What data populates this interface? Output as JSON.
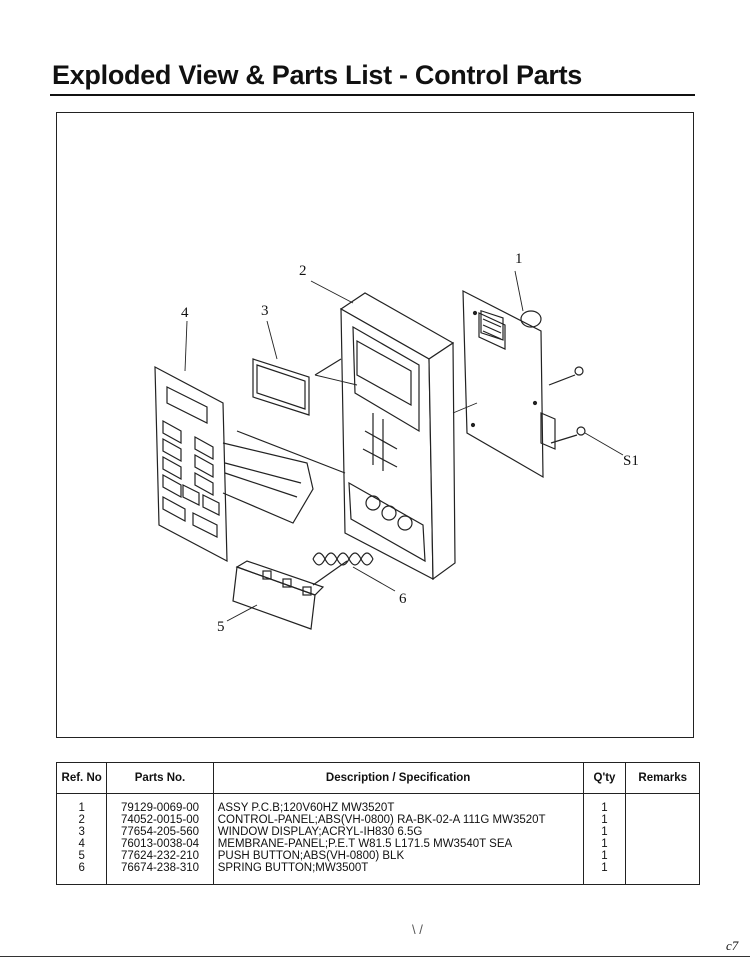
{
  "header": {
    "title": "Exploded View & Parts List - Control Parts"
  },
  "diagram": {
    "callouts": {
      "c1": "1",
      "c2": "2",
      "c3": "3",
      "c4": "4",
      "c5": "5",
      "c6": "6",
      "cS1": "S1"
    }
  },
  "table": {
    "headers": {
      "ref": "Ref. No",
      "part": "Parts No.",
      "desc": "Description / Specification",
      "qty": "Q'ty",
      "remarks": "Remarks"
    },
    "rows": [
      {
        "ref": "1",
        "part": "79129-0069-00",
        "desc": "ASSY P.C.B;120V60HZ MW3520T",
        "qty": "1"
      },
      {
        "ref": "2",
        "part": "74052-0015-00",
        "desc": "CONTROL-PANEL;ABS(VH-0800) RA-BK-02-A 111G MW3520T",
        "qty": "1"
      },
      {
        "ref": "3",
        "part": "77654-205-560",
        "desc": "WINDOW DISPLAY;ACRYL-IH830 6.5G",
        "qty": "1"
      },
      {
        "ref": "4",
        "part": "76013-0038-04",
        "desc": "MEMBRANE-PANEL;P.E.T W81.5 L171.5 MW3540T SEA",
        "qty": "1"
      },
      {
        "ref": "5",
        "part": "77624-232-210",
        "desc": "PUSH BUTTON;ABS(VH-0800) BLK",
        "qty": "1"
      },
      {
        "ref": "6",
        "part": "76674-238-310",
        "desc": "SPRING BUTTON;MW3500T",
        "qty": "1"
      }
    ]
  },
  "footer": {
    "page_mark": "c7",
    "scan_mark": "\\ /"
  }
}
